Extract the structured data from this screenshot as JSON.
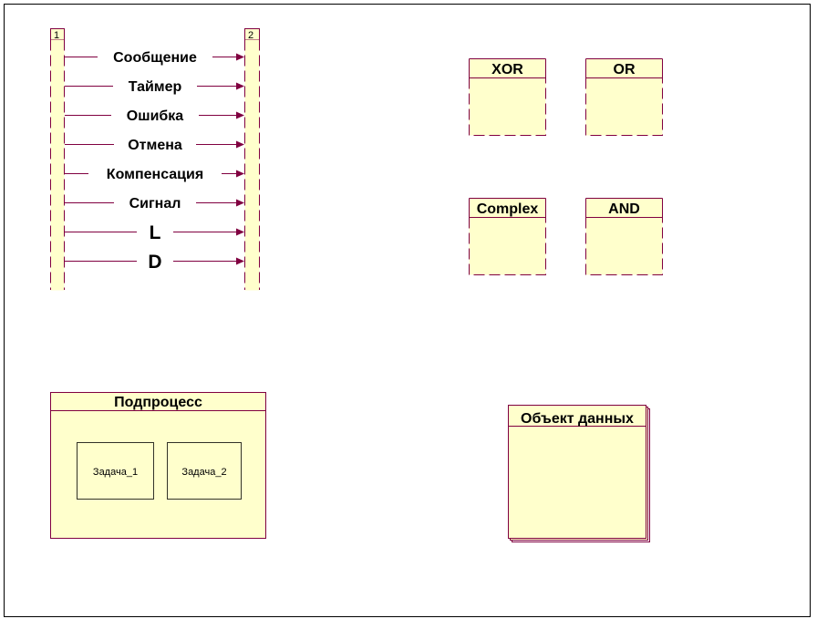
{
  "colors": {
    "border": "#800040",
    "fill": "#ffffcc",
    "text": "#000000"
  },
  "lifelines": [
    {
      "id": "lifeline-1",
      "label": "1"
    },
    {
      "id": "lifeline-2",
      "label": "2"
    }
  ],
  "messages": [
    {
      "label": "Сообщение"
    },
    {
      "label": "Таймер"
    },
    {
      "label": "Ошибка"
    },
    {
      "label": "Отмена"
    },
    {
      "label": "Компенсация"
    },
    {
      "label": "Сигнал"
    },
    {
      "label": "L"
    },
    {
      "label": "D"
    }
  ],
  "gateways": [
    {
      "label": "XOR"
    },
    {
      "label": "OR"
    },
    {
      "label": "Complex"
    },
    {
      "label": "AND"
    }
  ],
  "subprocess": {
    "title": "Подпроцесс",
    "tasks": [
      {
        "label": "Задача_1"
      },
      {
        "label": "Задача_2"
      }
    ]
  },
  "data_object": {
    "title": "Объект данных"
  }
}
